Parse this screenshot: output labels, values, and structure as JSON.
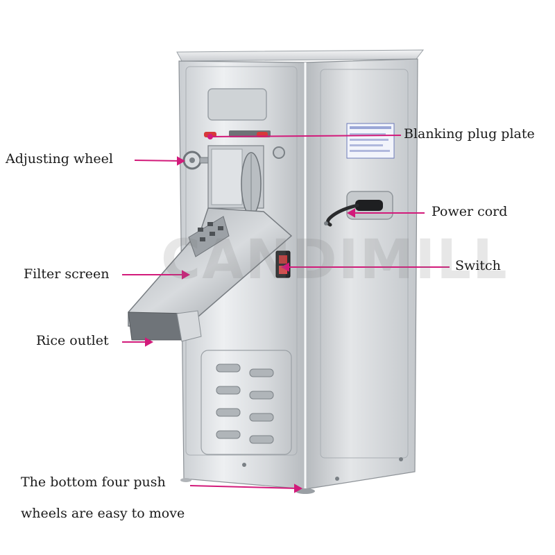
{
  "callouts": {
    "blanking_plug_plate": "Blanking plug plate",
    "adjusting_wheel": "Adjusting wheel",
    "power_cord": "Power cord",
    "filter_screen": "Filter screen",
    "switch": "Switch",
    "rice_outlet": "Rice outlet",
    "bottom_line1": "The bottom four push",
    "bottom_line2": "wheels are easy to move"
  },
  "watermark_text": "CANDIMILL",
  "colors": {
    "leader_line": "#d21a7a",
    "arrow": "#e0208a",
    "steel_light": "#e6e8ea",
    "steel_mid": "#c2c6ca",
    "steel_dark": "#8d9297"
  }
}
